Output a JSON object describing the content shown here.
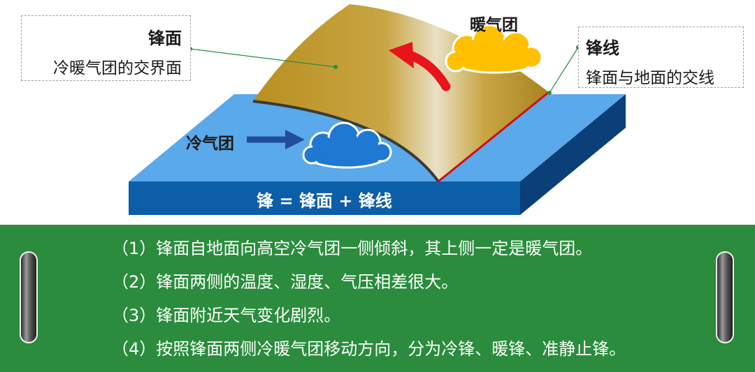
{
  "labels": {
    "front_title": "锋面",
    "front_desc": "冷暖气团的交界面",
    "line_title": "锋线",
    "line_desc": "锋面与地面的交线",
    "warm_air": "暖气团",
    "cold_air": "冷气团",
    "formula": "锋 = 锋面 + 锋线"
  },
  "points": [
    "（1）锋面自地面向高空冷气团一侧倾斜，其上侧一定是暖气团。",
    "（2）锋面两侧的温度、湿度、气压相差很大。",
    "（3）锋面附近天气变化剧烈。",
    "（4）按照锋面两侧冷暖气团移动方向，分为冷锋、暖锋、准静止锋。"
  ],
  "colors": {
    "ground_top": "#5aa9ea",
    "ground_front": "#0d5ea8",
    "ground_side": "#0a3f78",
    "frontal_surface": "#c49a30",
    "front_line": "#d01010",
    "warm_cloud": "#ffc000",
    "cold_cloud": "#1f78d1",
    "cold_arrow": "#1f4e9a",
    "warm_arrow": "#e8141c",
    "panel": "#2a8c3c"
  },
  "icons": {
    "warm_cloud": "cloud-icon",
    "cold_cloud": "cloud-icon",
    "warm_arrow": "curved-arrow-icon",
    "cold_arrow": "arrow-right-icon",
    "rings": "binder-ring-icon"
  }
}
